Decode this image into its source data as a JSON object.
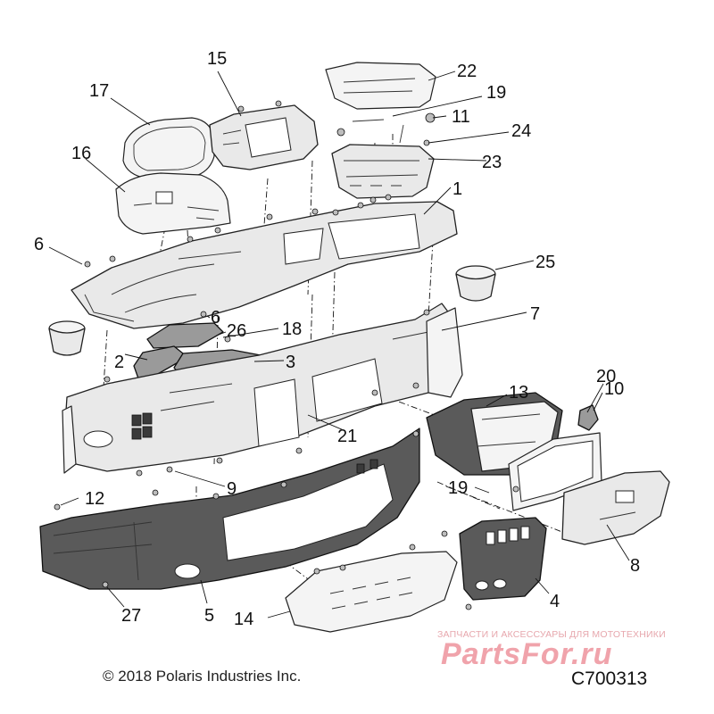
{
  "callouts": [
    {
      "id": "c1",
      "label": "1"
    },
    {
      "id": "c2",
      "label": "2"
    },
    {
      "id": "c3",
      "label": "3"
    },
    {
      "id": "c4",
      "label": "4"
    },
    {
      "id": "c5",
      "label": "5"
    },
    {
      "id": "c6a",
      "label": "6"
    },
    {
      "id": "c6b",
      "label": "6"
    },
    {
      "id": "c7",
      "label": "7"
    },
    {
      "id": "c8",
      "label": "8"
    },
    {
      "id": "c9",
      "label": "9"
    },
    {
      "id": "c10",
      "label": "10"
    },
    {
      "id": "c11",
      "label": "11"
    },
    {
      "id": "c12",
      "label": "12"
    },
    {
      "id": "c13",
      "label": "13"
    },
    {
      "id": "c14",
      "label": "14"
    },
    {
      "id": "c15",
      "label": "15"
    },
    {
      "id": "c16",
      "label": "16"
    },
    {
      "id": "c17",
      "label": "17"
    },
    {
      "id": "c18",
      "label": "18"
    },
    {
      "id": "c19a",
      "label": "19"
    },
    {
      "id": "c19b",
      "label": "19"
    },
    {
      "id": "c20",
      "label": "20"
    },
    {
      "id": "c21",
      "label": "21"
    },
    {
      "id": "c22",
      "label": "22"
    },
    {
      "id": "c23",
      "label": "23"
    },
    {
      "id": "c24",
      "label": "24"
    },
    {
      "id": "c25",
      "label": "25"
    },
    {
      "id": "c26",
      "label": "26"
    },
    {
      "id": "c27",
      "label": "27"
    }
  ],
  "footer": {
    "copyright": "© 2018 Polaris Industries Inc.",
    "figure_code": "C700313"
  },
  "watermark": {
    "caption": "ЗАПЧАСТИ И АКСЕССУАРЫ ДЛЯ МОТОТЕХНИКИ",
    "logo": "PartsFor.ru"
  }
}
